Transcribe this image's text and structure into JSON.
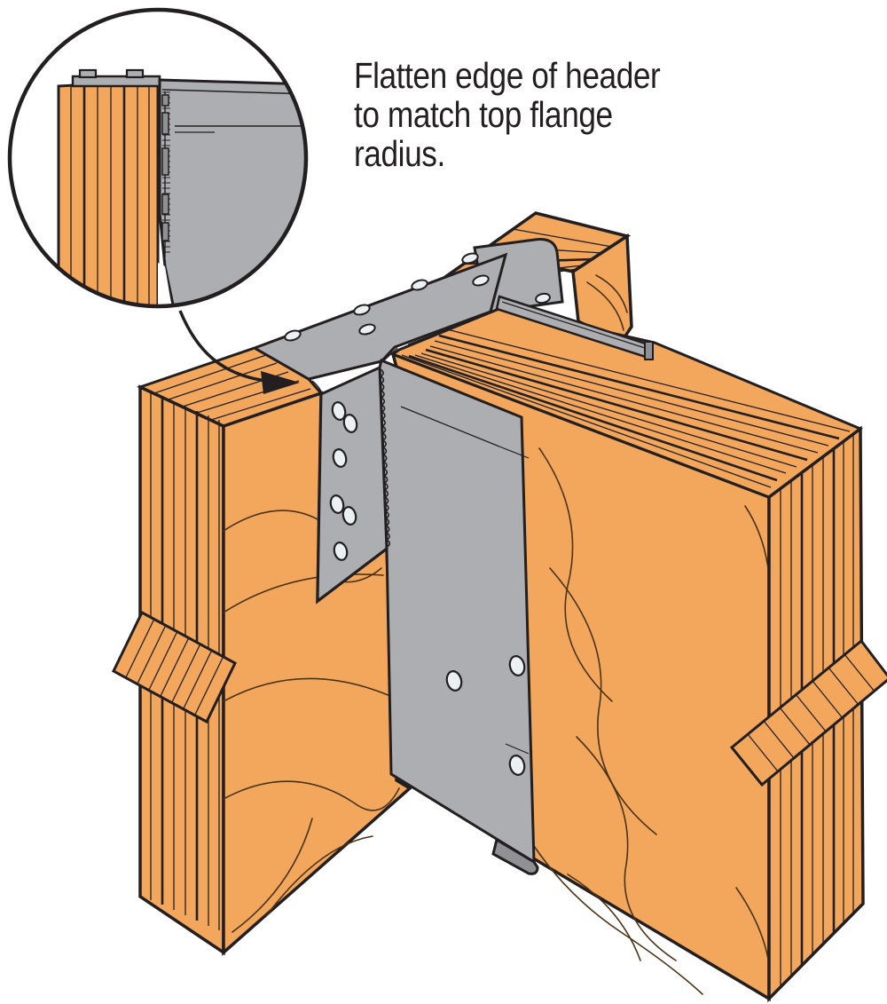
{
  "annotation": {
    "text": "Flatten edge of header\nto match top flange\nradius."
  },
  "diagram": {
    "type": "construction-connector-detail",
    "parts": [
      {
        "name": "header-beam",
        "description": "wood header, laminated, shown broken at left end"
      },
      {
        "name": "joist-beam",
        "description": "wood joist, laminated, shown broken at right end"
      },
      {
        "name": "top-flange-hanger",
        "description": "galvanized steel top-flange joist hanger with nail slots"
      },
      {
        "name": "callout-circle",
        "description": "magnified detail of flattened header edge under top flange"
      },
      {
        "name": "detail-arrow",
        "description": "curved leader arrow from callout to flange radius"
      }
    ],
    "colors": {
      "wood": "#F2A75C",
      "metal": "#ACAEB1",
      "metal_dark": "#8F9194",
      "line": "#231F20",
      "grain": "#4A3315",
      "hole": "#EBF0F3",
      "background": "#FFFFFF"
    }
  }
}
